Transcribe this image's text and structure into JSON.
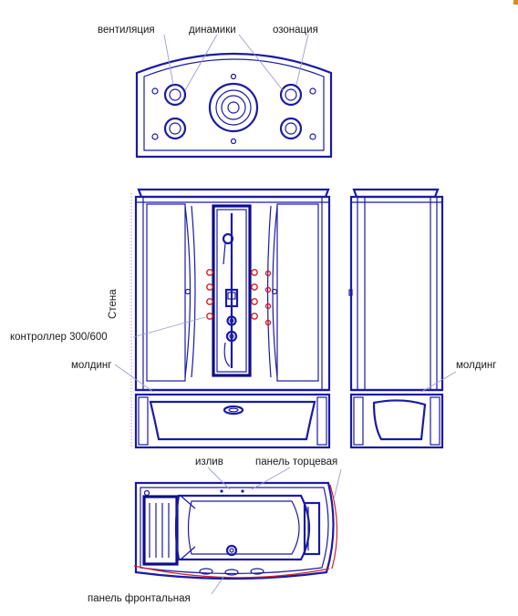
{
  "labels": {
    "ventilation": "вентиляция",
    "speakers": "динамики",
    "ozonation": "озонация",
    "wall": "Стена",
    "controller": "контроллер 300/600",
    "molding_left": "молдинг",
    "molding_right": "молдинг",
    "spout": "излив",
    "end_panel": "панель торцевая",
    "front_panel": "панель фронтальная"
  },
  "colors": {
    "line": "#1a1aa6",
    "accent": "#d42020",
    "leader": "#9aa0c8"
  }
}
